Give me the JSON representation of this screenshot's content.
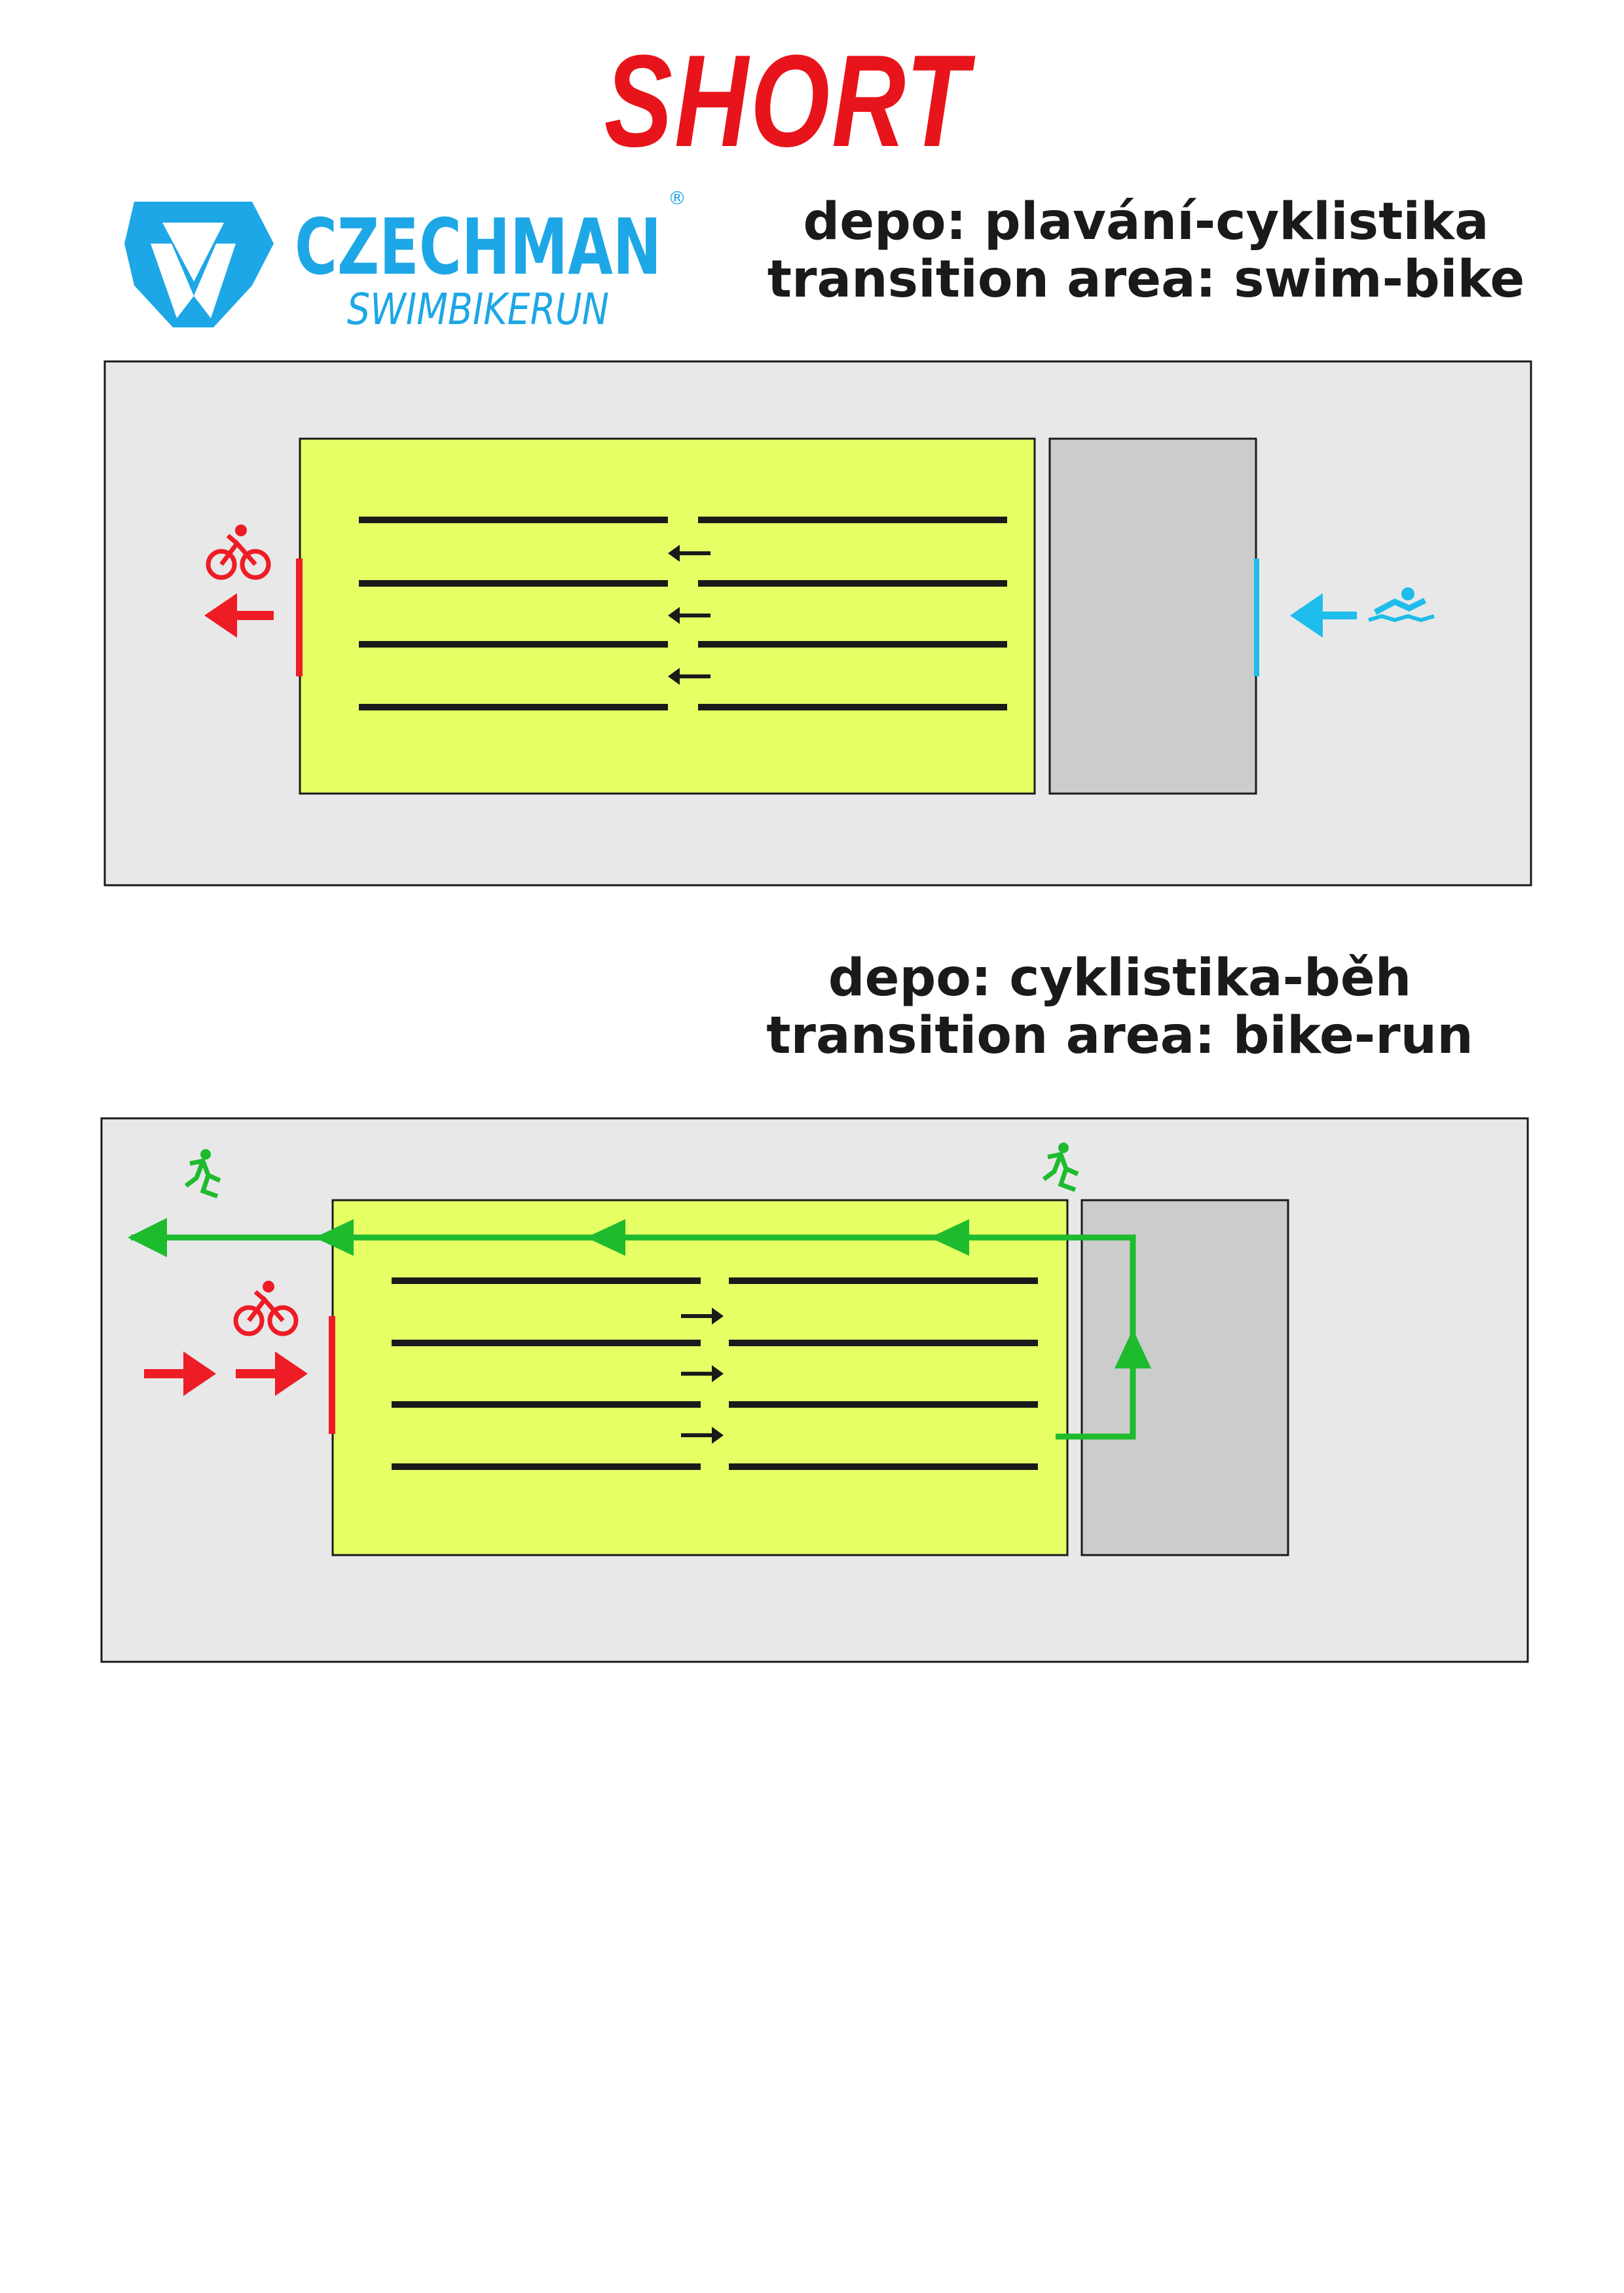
{
  "title": "SHORT",
  "logo": {
    "name": "CZECHMAN",
    "registered_mark": "®",
    "tagline": "SWIMBIKERUN",
    "color": "#1da7e6"
  },
  "sections": [
    {
      "heading_cz": "depo: plavání-cyklistika",
      "heading_en": "transition area: swim-bike",
      "direction": "right-to-left",
      "entry": "swim",
      "exit": "bike"
    },
    {
      "heading_cz": "depo: cyklistika-běh",
      "heading_en": "transition area: bike-run",
      "direction": "left-to-right",
      "entry": "bike",
      "exit": "run"
    }
  ],
  "colors": {
    "zone": "#e8e8e9",
    "transition_area": "#e6ff65",
    "tent": "#cccccc",
    "rack": "#1a1a1a",
    "swim": "#1ebdeb",
    "bike": "#ee1c25",
    "run": "#1dbb2d"
  },
  "icons": [
    "swimmer-icon",
    "cyclist-icon",
    "runner-icon",
    "arrow-icon"
  ]
}
